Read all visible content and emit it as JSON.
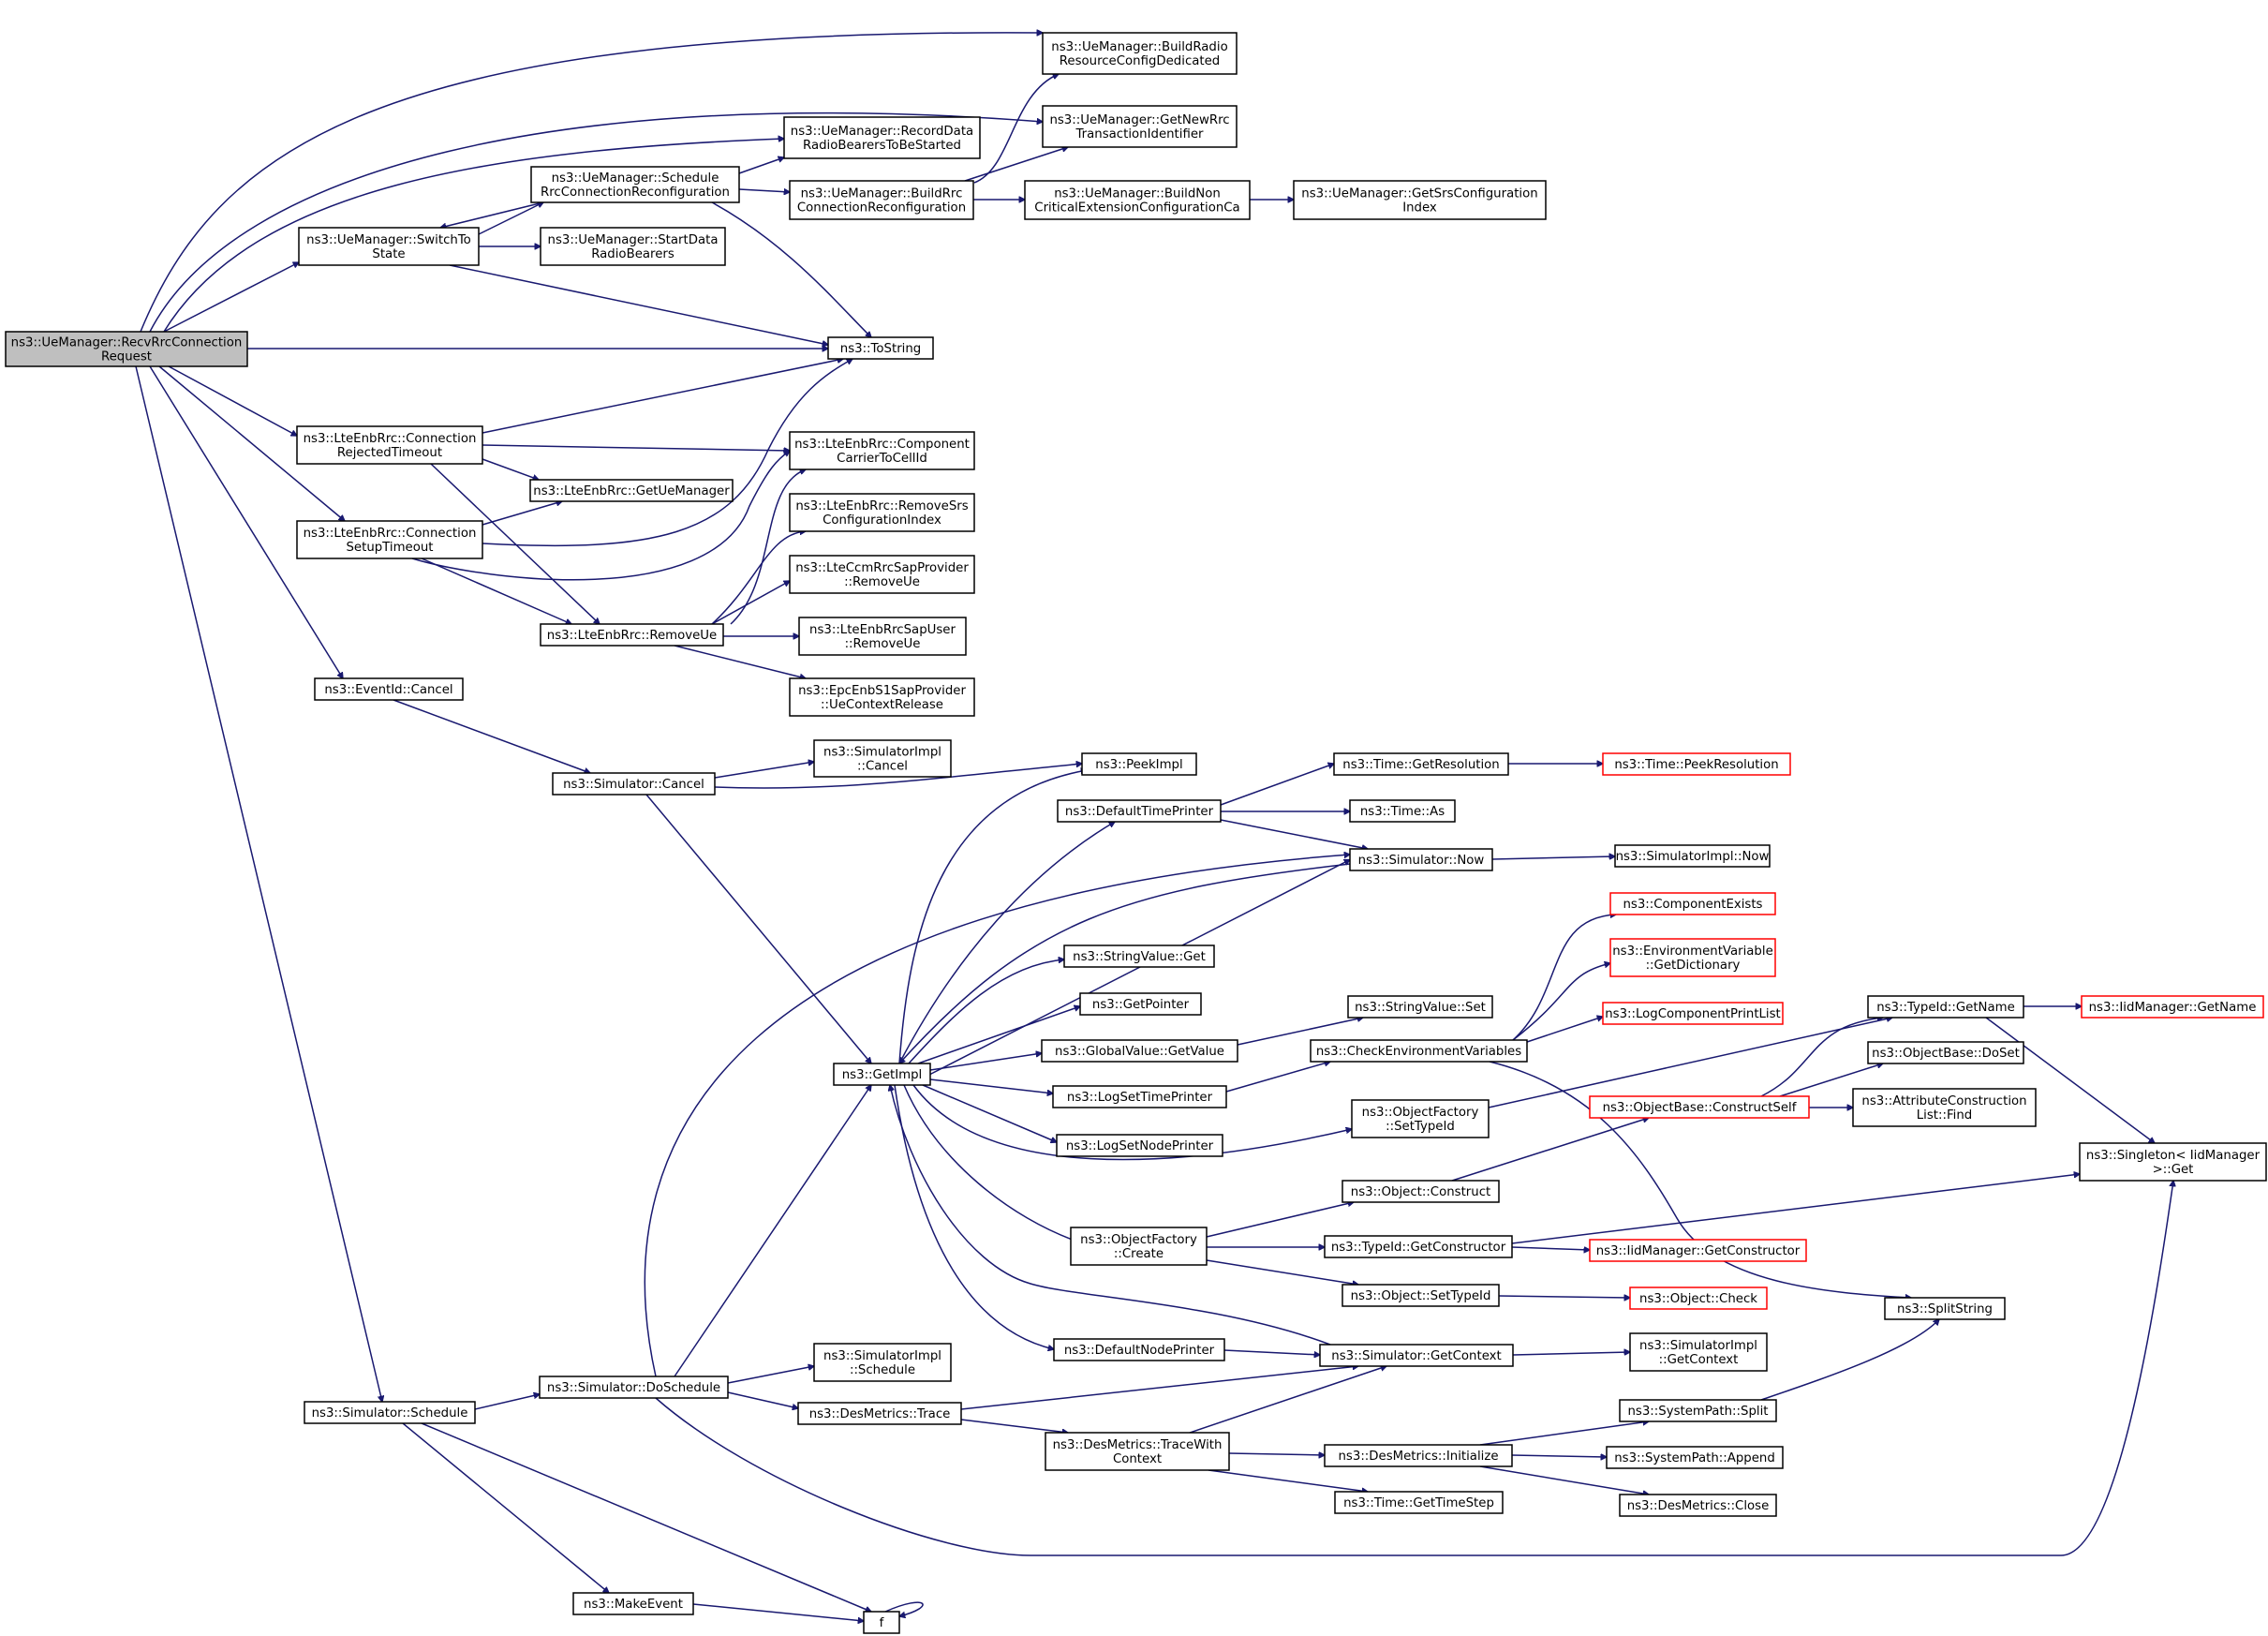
{
  "graph": {
    "nodes": [
      {
        "id": "root",
        "lines": [
          "ns3::UeManager::RecvRrcConnection",
          "Request"
        ],
        "style": "root"
      },
      {
        "id": "buildRadio",
        "lines": [
          "ns3::UeManager::BuildRadio",
          "ResourceConfigDedicated"
        ],
        "style": "normal"
      },
      {
        "id": "getNewRrc",
        "lines": [
          "ns3::UeManager::GetNewRrc",
          "TransactionIdentifier"
        ],
        "style": "normal"
      },
      {
        "id": "recordData",
        "lines": [
          "ns3::UeManager::RecordData",
          "RadioBearersToBeStarted"
        ],
        "style": "normal"
      },
      {
        "id": "scheduleRrc",
        "lines": [
          "ns3::UeManager::Schedule",
          "RrcConnectionReconfiguration"
        ],
        "style": "normal"
      },
      {
        "id": "buildRrc",
        "lines": [
          "ns3::UeManager::BuildRrc",
          "ConnectionReconfiguration"
        ],
        "style": "normal"
      },
      {
        "id": "buildNon",
        "lines": [
          "ns3::UeManager::BuildNon",
          "CriticalExtensionConfigurationCa"
        ],
        "style": "normal"
      },
      {
        "id": "getSrs",
        "lines": [
          "ns3::UeManager::GetSrsConfiguration",
          "Index"
        ],
        "style": "normal"
      },
      {
        "id": "switchTo",
        "lines": [
          "ns3::UeManager::SwitchTo",
          "State"
        ],
        "style": "normal"
      },
      {
        "id": "startData",
        "lines": [
          "ns3::UeManager::StartData",
          "RadioBearers"
        ],
        "style": "normal"
      },
      {
        "id": "toString",
        "lines": [
          "ns3::ToString"
        ],
        "style": "normal"
      },
      {
        "id": "connRejected",
        "lines": [
          "ns3::LteEnbRrc::Connection",
          "RejectedTimeout"
        ],
        "style": "normal"
      },
      {
        "id": "compCarrier",
        "lines": [
          "ns3::LteEnbRrc::Component",
          "CarrierToCellId"
        ],
        "style": "normal"
      },
      {
        "id": "getUeManager",
        "lines": [
          "ns3::LteEnbRrc::GetUeManager"
        ],
        "style": "normal"
      },
      {
        "id": "removeSrs",
        "lines": [
          "ns3::LteEnbRrc::RemoveSrs",
          "ConfigurationIndex"
        ],
        "style": "normal"
      },
      {
        "id": "connSetup",
        "lines": [
          "ns3::LteEnbRrc::Connection",
          "SetupTimeout"
        ],
        "style": "normal"
      },
      {
        "id": "lteCcm",
        "lines": [
          "ns3::LteCcmRrcSapProvider",
          "::RemoveUe"
        ],
        "style": "normal"
      },
      {
        "id": "removeUe",
        "lines": [
          "ns3::LteEnbRrc::RemoveUe"
        ],
        "style": "normal"
      },
      {
        "id": "lteSapUser",
        "lines": [
          "ns3::LteEnbRrcSapUser",
          "::RemoveUe"
        ],
        "style": "normal"
      },
      {
        "id": "epcEnb",
        "lines": [
          "ns3::EpcEnbS1SapProvider",
          "::UeContextRelease"
        ],
        "style": "normal"
      },
      {
        "id": "eventCancel",
        "lines": [
          "ns3::EventId::Cancel"
        ],
        "style": "normal"
      },
      {
        "id": "simImplCancel",
        "lines": [
          "ns3::SimulatorImpl",
          "::Cancel"
        ],
        "style": "normal"
      },
      {
        "id": "simCancel",
        "lines": [
          "ns3::Simulator::Cancel"
        ],
        "style": "normal"
      },
      {
        "id": "peekImpl",
        "lines": [
          "ns3::PeekImpl"
        ],
        "style": "normal"
      },
      {
        "id": "getResolution",
        "lines": [
          "ns3::Time::GetResolution"
        ],
        "style": "normal"
      },
      {
        "id": "peekResolution",
        "lines": [
          "ns3::Time::PeekResolution"
        ],
        "style": "red"
      },
      {
        "id": "defaultTimePrinter",
        "lines": [
          "ns3::DefaultTimePrinter"
        ],
        "style": "normal"
      },
      {
        "id": "timeAs",
        "lines": [
          "ns3::Time::As"
        ],
        "style": "normal"
      },
      {
        "id": "simNow",
        "lines": [
          "ns3::Simulator::Now"
        ],
        "style": "normal"
      },
      {
        "id": "simImplNow",
        "lines": [
          "ns3::SimulatorImpl::Now"
        ],
        "style": "normal"
      },
      {
        "id": "componentExists",
        "lines": [
          "ns3::ComponentExists"
        ],
        "style": "red"
      },
      {
        "id": "envVar",
        "lines": [
          "ns3::EnvironmentVariable",
          "::GetDictionary"
        ],
        "style": "red"
      },
      {
        "id": "stringValueGet",
        "lines": [
          "ns3::StringValue::Get"
        ],
        "style": "normal"
      },
      {
        "id": "getPointer",
        "lines": [
          "ns3::GetPointer"
        ],
        "style": "normal"
      },
      {
        "id": "stringValueSet",
        "lines": [
          "ns3::StringValue::Set"
        ],
        "style": "normal"
      },
      {
        "id": "logCompPrint",
        "lines": [
          "ns3::LogComponentPrintList"
        ],
        "style": "red"
      },
      {
        "id": "typeIdGetName",
        "lines": [
          "ns3::TypeId::GetName"
        ],
        "style": "normal"
      },
      {
        "id": "iidGetName",
        "lines": [
          "ns3::IidManager::GetName"
        ],
        "style": "red"
      },
      {
        "id": "globalValueGet",
        "lines": [
          "ns3::GlobalValue::GetValue"
        ],
        "style": "normal"
      },
      {
        "id": "checkEnv",
        "lines": [
          "ns3::CheckEnvironmentVariables"
        ],
        "style": "normal"
      },
      {
        "id": "objBaseDoSet",
        "lines": [
          "ns3::ObjectBase::DoSet"
        ],
        "style": "normal"
      },
      {
        "id": "getImpl",
        "lines": [
          "ns3::GetImpl"
        ],
        "style": "normal"
      },
      {
        "id": "logSetTime",
        "lines": [
          "ns3::LogSetTimePrinter"
        ],
        "style": "normal"
      },
      {
        "id": "objFactorySetTypeId",
        "lines": [
          "ns3::ObjectFactory",
          "::SetTypeId"
        ],
        "style": "normal"
      },
      {
        "id": "constructSelf",
        "lines": [
          "ns3::ObjectBase::ConstructSelf"
        ],
        "style": "red"
      },
      {
        "id": "attrFind",
        "lines": [
          "ns3::AttributeConstruction",
          "List::Find"
        ],
        "style": "normal"
      },
      {
        "id": "logSetNode",
        "lines": [
          "ns3::LogSetNodePrinter"
        ],
        "style": "normal"
      },
      {
        "id": "singletonGet",
        "lines": [
          "ns3::Singleton< IidManager",
          " >::Get"
        ],
        "style": "normal"
      },
      {
        "id": "objConstruct",
        "lines": [
          "ns3::Object::Construct"
        ],
        "style": "normal"
      },
      {
        "id": "objFactoryCreate",
        "lines": [
          "ns3::ObjectFactory",
          "::Create"
        ],
        "style": "normal"
      },
      {
        "id": "typeIdGetConstructor",
        "lines": [
          "ns3::TypeId::GetConstructor"
        ],
        "style": "normal"
      },
      {
        "id": "iidGetConstructor",
        "lines": [
          "ns3::IidManager::GetConstructor"
        ],
        "style": "red"
      },
      {
        "id": "objSetTypeId",
        "lines": [
          "ns3::Object::SetTypeId"
        ],
        "style": "normal"
      },
      {
        "id": "objCheck",
        "lines": [
          "ns3::Object::Check"
        ],
        "style": "red"
      },
      {
        "id": "splitString",
        "lines": [
          "ns3::SplitString"
        ],
        "style": "normal"
      },
      {
        "id": "defaultNodePrinter",
        "lines": [
          "ns3::DefaultNodePrinter"
        ],
        "style": "normal"
      },
      {
        "id": "simGetContext",
        "lines": [
          "ns3::Simulator::GetContext"
        ],
        "style": "normal"
      },
      {
        "id": "simImplGetContext",
        "lines": [
          "ns3::SimulatorImpl",
          "::GetContext"
        ],
        "style": "normal"
      },
      {
        "id": "simImplSchedule",
        "lines": [
          "ns3::SimulatorImpl",
          "::Schedule"
        ],
        "style": "normal"
      },
      {
        "id": "simDoSchedule",
        "lines": [
          "ns3::Simulator::DoSchedule"
        ],
        "style": "normal"
      },
      {
        "id": "simSchedule",
        "lines": [
          "ns3::Simulator::Schedule"
        ],
        "style": "normal"
      },
      {
        "id": "desTrace",
        "lines": [
          "ns3::DesMetrics::Trace"
        ],
        "style": "normal"
      },
      {
        "id": "sysPathSplit",
        "lines": [
          "ns3::SystemPath::Split"
        ],
        "style": "normal"
      },
      {
        "id": "desTraceWith",
        "lines": [
          "ns3::DesMetrics::TraceWith",
          "Context"
        ],
        "style": "normal"
      },
      {
        "id": "desInit",
        "lines": [
          "ns3::DesMetrics::Initialize"
        ],
        "style": "normal"
      },
      {
        "id": "sysPathAppend",
        "lines": [
          "ns3::SystemPath::Append"
        ],
        "style": "normal"
      },
      {
        "id": "timeGetTimeStep",
        "lines": [
          "ns3::Time::GetTimeStep"
        ],
        "style": "normal"
      },
      {
        "id": "desClose",
        "lines": [
          "ns3::DesMetrics::Close"
        ],
        "style": "normal"
      },
      {
        "id": "makeEvent",
        "lines": [
          "ns3::MakeEvent"
        ],
        "style": "normal"
      },
      {
        "id": "f",
        "lines": [
          "f"
        ],
        "style": "normal"
      }
    ],
    "edges": [
      [
        "root",
        "buildRadio"
      ],
      [
        "root",
        "getNewRrc"
      ],
      [
        "root",
        "recordData"
      ],
      [
        "root",
        "switchTo"
      ],
      [
        "root",
        "toString"
      ],
      [
        "root",
        "connRejected"
      ],
      [
        "root",
        "connSetup"
      ],
      [
        "root",
        "eventCancel"
      ],
      [
        "root",
        "simSchedule"
      ],
      [
        "switchTo",
        "scheduleRrc"
      ],
      [
        "switchTo",
        "startData"
      ],
      [
        "switchTo",
        "toString"
      ],
      [
        "scheduleRrc",
        "recordData"
      ],
      [
        "scheduleRrc",
        "buildRrc"
      ],
      [
        "scheduleRrc",
        "switchTo"
      ],
      [
        "scheduleRrc",
        "toString"
      ],
      [
        "buildRrc",
        "buildRadio"
      ],
      [
        "buildRrc",
        "getNewRrc"
      ],
      [
        "buildRrc",
        "buildNon"
      ],
      [
        "buildNon",
        "getSrs"
      ],
      [
        "connRejected",
        "toString"
      ],
      [
        "connRejected",
        "compCarrier"
      ],
      [
        "connRejected",
        "getUeManager"
      ],
      [
        "connRejected",
        "removeUe"
      ],
      [
        "connSetup",
        "toString"
      ],
      [
        "connSetup",
        "getUeManager"
      ],
      [
        "connSetup",
        "compCarrier"
      ],
      [
        "connSetup",
        "removeUe"
      ],
      [
        "removeUe",
        "compCarrier"
      ],
      [
        "removeUe",
        "removeSrs"
      ],
      [
        "removeUe",
        "lteCcm"
      ],
      [
        "removeUe",
        "lteSapUser"
      ],
      [
        "removeUe",
        "epcEnb"
      ],
      [
        "eventCancel",
        "simCancel"
      ],
      [
        "simCancel",
        "simImplCancel"
      ],
      [
        "simCancel",
        "peekImpl"
      ],
      [
        "simCancel",
        "getImpl"
      ],
      [
        "getImpl",
        "peekImpl"
      ],
      [
        "getImpl",
        "defaultTimePrinter"
      ],
      [
        "getImpl",
        "simNow"
      ],
      [
        "getImpl",
        "stringValueGet"
      ],
      [
        "getImpl",
        "getPointer"
      ],
      [
        "getImpl",
        "globalValueGet"
      ],
      [
        "getImpl",
        "logSetTime"
      ],
      [
        "getImpl",
        "logSetNode"
      ],
      [
        "getImpl",
        "objFactorySetTypeId"
      ],
      [
        "getImpl",
        "objFactoryCreate"
      ],
      [
        "getImpl",
        "defaultNodePrinter"
      ],
      [
        "defaultTimePrinter",
        "getResolution"
      ],
      [
        "defaultTimePrinter",
        "timeAs"
      ],
      [
        "defaultTimePrinter",
        "simNow"
      ],
      [
        "getResolution",
        "peekResolution"
      ],
      [
        "simNow",
        "simImplNow"
      ],
      [
        "simNow",
        "getImpl"
      ],
      [
        "globalValueGet",
        "stringValueSet"
      ],
      [
        "logSetTime",
        "checkEnv"
      ],
      [
        "checkEnv",
        "componentExists"
      ],
      [
        "checkEnv",
        "envVar"
      ],
      [
        "checkEnv",
        "logCompPrint"
      ],
      [
        "checkEnv",
        "splitString"
      ],
      [
        "objFactorySetTypeId",
        "typeIdGetName"
      ],
      [
        "typeIdGetName",
        "iidGetName"
      ],
      [
        "typeIdGetName",
        "singletonGet"
      ],
      [
        "constructSelf",
        "typeIdGetName"
      ],
      [
        "constructSelf",
        "objBaseDoSet"
      ],
      [
        "constructSelf",
        "attrFind"
      ],
      [
        "objFactoryCreate",
        "objConstruct"
      ],
      [
        "objFactoryCreate",
        "typeIdGetConstructor"
      ],
      [
        "objFactoryCreate",
        "objSetTypeId"
      ],
      [
        "objConstruct",
        "constructSelf"
      ],
      [
        "typeIdGetConstructor",
        "iidGetConstructor"
      ],
      [
        "typeIdGetConstructor",
        "singletonGet"
      ],
      [
        "objSetTypeId",
        "objCheck"
      ],
      [
        "defaultNodePrinter",
        "simGetContext"
      ],
      [
        "simGetContext",
        "simImplGetContext"
      ],
      [
        "simGetContext",
        "getImpl"
      ],
      [
        "simSchedule",
        "simDoSchedule"
      ],
      [
        "simSchedule",
        "makeEvent"
      ],
      [
        "simSchedule",
        "f"
      ],
      [
        "simDoSchedule",
        "simNow"
      ],
      [
        "simDoSchedule",
        "getImpl"
      ],
      [
        "simDoSchedule",
        "simImplSchedule"
      ],
      [
        "simDoSchedule",
        "desTrace"
      ],
      [
        "simDoSchedule",
        "singletonGet"
      ],
      [
        "desTrace",
        "simGetContext"
      ],
      [
        "desTrace",
        "desTraceWith"
      ],
      [
        "desTraceWith",
        "simGetContext"
      ],
      [
        "desTraceWith",
        "desInit"
      ],
      [
        "desTraceWith",
        "timeGetTimeStep"
      ],
      [
        "desInit",
        "sysPathSplit"
      ],
      [
        "desInit",
        "sysPathAppend"
      ],
      [
        "desInit",
        "desClose"
      ],
      [
        "sysPathSplit",
        "splitString"
      ],
      [
        "makeEvent",
        "f"
      ],
      [
        "f",
        "f"
      ]
    ]
  }
}
